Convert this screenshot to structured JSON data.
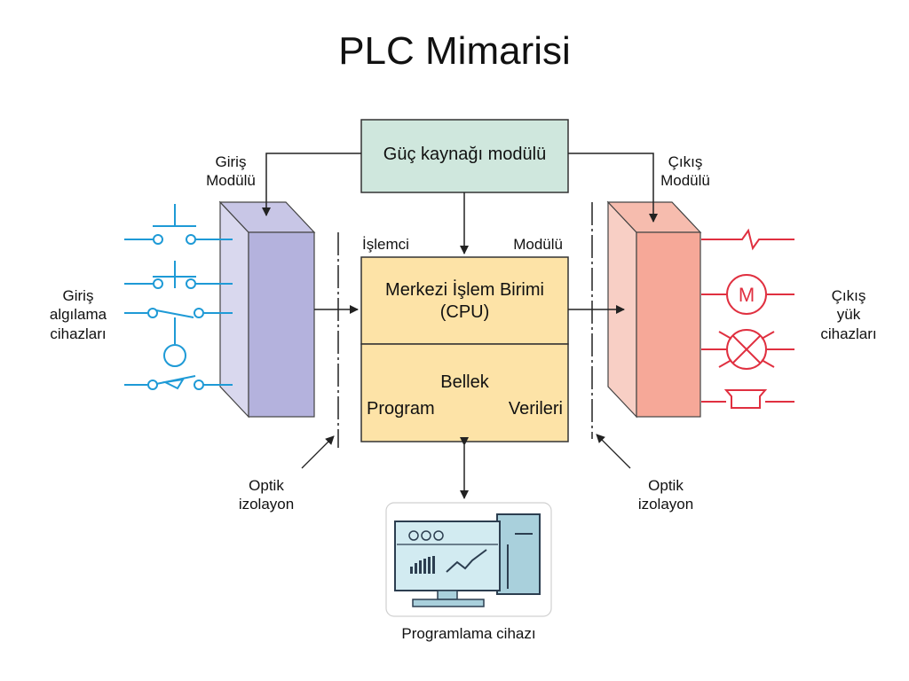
{
  "title": "PLC Mimarisi",
  "power_supply": {
    "label": "Güç kaynağı modülü"
  },
  "input_module": {
    "line1": "Giriş",
    "line2": "Modülü"
  },
  "output_module": {
    "line1": "Çıkış",
    "line2": "Modülü"
  },
  "processor_module": {
    "left": "İşlemci",
    "right": "Modülü"
  },
  "cpu": {
    "line1": "Merkezi İşlem Birimi",
    "line2": "(CPU)"
  },
  "memory": {
    "title": "Bellek",
    "left": "Program",
    "right": "Verileri"
  },
  "input_devices": {
    "line1": "Giriş",
    "line2": "algılama",
    "line3": "cihazları"
  },
  "output_devices": {
    "line1": "Çıkış",
    "line2": "yük",
    "line3": "cihazları"
  },
  "optical_left": {
    "line1": "Optik",
    "line2": "izolayon"
  },
  "optical_right": {
    "line1": "Optik",
    "line2": "izolayon"
  },
  "programming_device": {
    "label": "Programlama cihazı"
  },
  "motor_symbol": "M",
  "colors": {
    "power": "#cfe7dd",
    "cpu": "#fde3a7",
    "input_module_front": "#b4b2dd",
    "input_module_side": "#d9d8ee",
    "output_module_front": "#f6a898",
    "output_module_side": "#f8cfc5",
    "input_wiring": "#1e9ad6",
    "output_wiring": "#e03040"
  }
}
